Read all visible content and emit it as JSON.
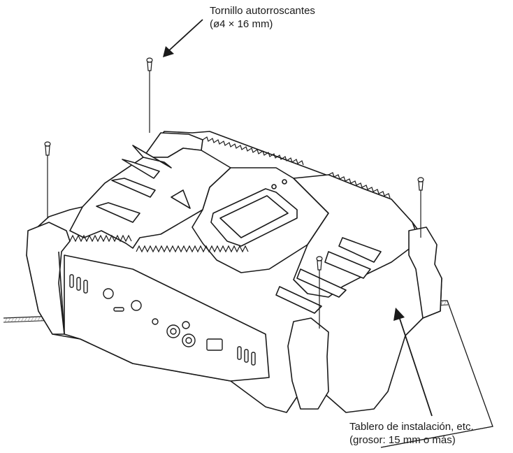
{
  "labels": {
    "screw_line1": "Tornillo autorroscantes",
    "screw_line2": "(ø4 × 16 mm)",
    "board_line1": "Tablero de instalación, etc.",
    "board_line2": "(grosor: 15 mm o más)"
  },
  "colors": {
    "stroke": "#1a1a1a",
    "fill": "#ffffff",
    "board_hatch": "#6d6d6d"
  },
  "icons": {
    "arrow": "arrow-icon",
    "screw": "screw-icon"
  }
}
